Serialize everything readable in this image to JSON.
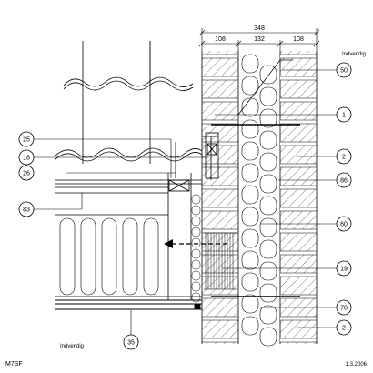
{
  "dimensions": {
    "total": "348",
    "segments": [
      "108",
      "132",
      "108"
    ]
  },
  "side_labels": {
    "inside_top": "Indvendig",
    "inside_bottom": "Indvendig"
  },
  "callouts": {
    "c50": "50",
    "c1": "1",
    "c2a": "2",
    "c86": "86",
    "c60": "60",
    "c19": "19",
    "c70": "70",
    "c2b": "2",
    "c25": "25",
    "c18": "18",
    "c26": "26",
    "c83": "83",
    "c35": "35"
  },
  "footer": {
    "code": "M7SF",
    "date": "1.3.2006"
  }
}
